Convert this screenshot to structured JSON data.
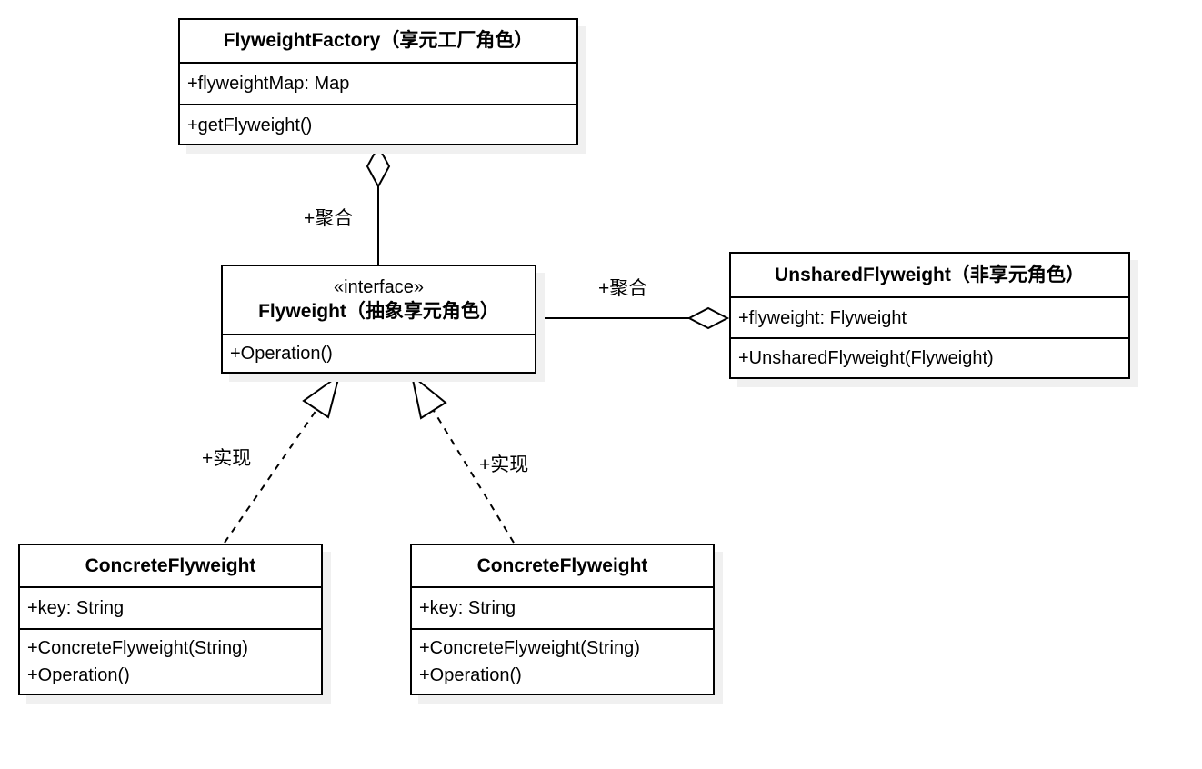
{
  "classes": {
    "factory": {
      "title": "FlyweightFactory（享元工厂角色）",
      "attributes": [
        "+flyweightMap: Map"
      ],
      "methods": [
        "+getFlyweight()"
      ]
    },
    "flyweight": {
      "stereotype": "«interface»",
      "title": "Flyweight（抽象享元角色）",
      "methods": [
        "+Operation()"
      ]
    },
    "unshared": {
      "title": "UnsharedFlyweight（非享元角色）",
      "attributes": [
        "+flyweight: Flyweight"
      ],
      "methods": [
        "+UnsharedFlyweight(Flyweight)"
      ]
    },
    "concrete_left": {
      "title": "ConcreteFlyweight",
      "attributes": [
        "+key: String"
      ],
      "methods": [
        "+ConcreteFlyweight(String)",
        "+Operation()"
      ]
    },
    "concrete_middle": {
      "title": "ConcreteFlyweight",
      "attributes": [
        "+key: String"
      ],
      "methods": [
        "+ConcreteFlyweight(String)",
        "+Operation()"
      ]
    }
  },
  "edges": {
    "factory_aggregation_label": "+聚合",
    "unshared_aggregation_label": "+聚合",
    "left_realization_label": "+实现",
    "right_realization_label": "+实现"
  },
  "colors": {
    "line": "#000000",
    "box_background": "#ffffff",
    "shadow": "#f0f0f0"
  }
}
